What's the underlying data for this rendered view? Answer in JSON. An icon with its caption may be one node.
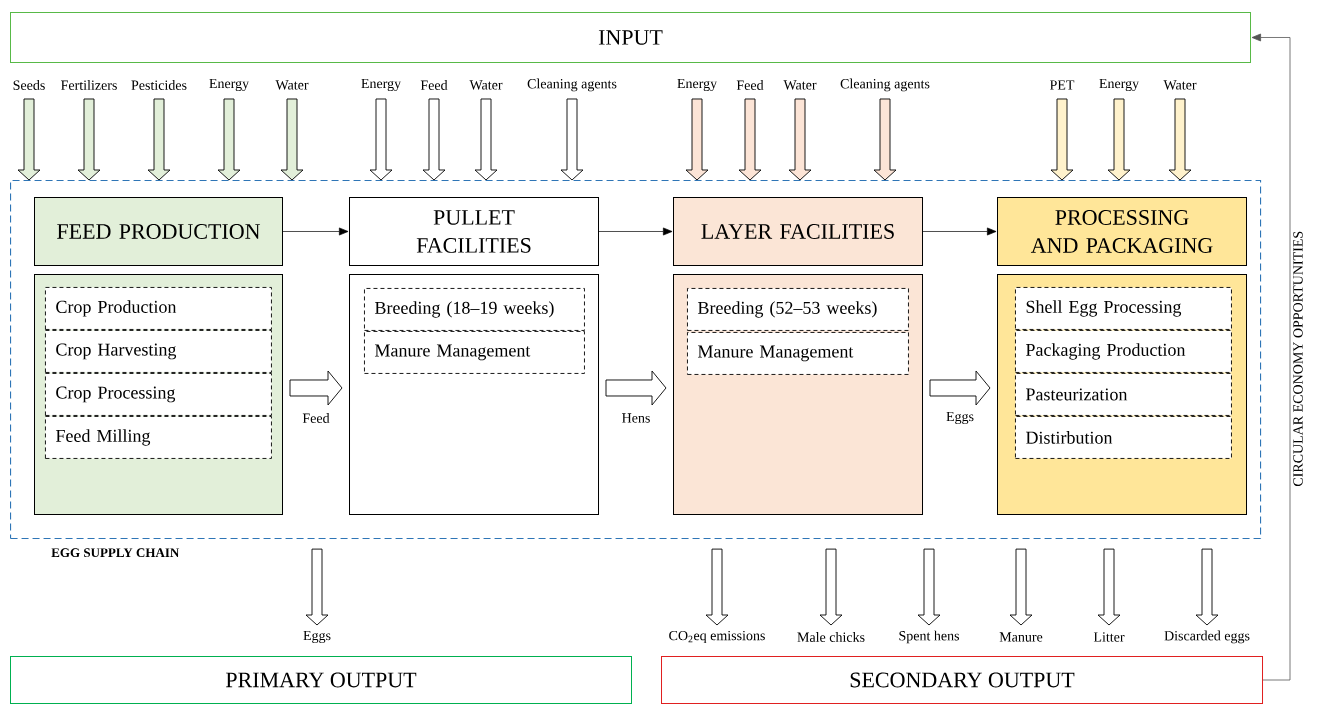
{
  "diagram": {
    "nodes": [
      {
        "text": [
          "INPUT"
        ]
      },
      {
        "text": [
          "EGG SUPPLY CHAIN"
        ]
      },
      {
        "text": [
          "FEED PRODUCTION"
        ],
        "in": 1
      },
      {
        "text": [],
        "shape": "box",
        "in": 1
      },
      {
        "text": [
          "Crop Production"
        ],
        "in": 3
      },
      {
        "text": [
          "Crop Harvesting"
        ],
        "in": 3
      },
      {
        "text": [
          "Crop Processing"
        ],
        "in": 3
      },
      {
        "text": [
          "Feed Milling"
        ],
        "in": 3
      },
      {
        "text": [
          "PULLET FACILITIES"
        ],
        "in": 1
      },
      {
        "text": [],
        "shape": "box",
        "in": 1
      },
      {
        "text": [
          "Breeding (18–19 weeks)"
        ],
        "in": 9
      },
      {
        "text": [
          "Manure Management"
        ],
        "in": 9
      },
      {
        "text": [
          "LAYER FACILITIES"
        ],
        "in": 1
      },
      {
        "text": [],
        "shape": "box",
        "in": 1
      },
      {
        "text": [
          "Breeding (52–53 weeks)"
        ],
        "in": 13
      },
      {
        "text": [
          "Manure Management"
        ],
        "in": 13
      },
      {
        "text": [
          "PROCESSING AND PACKAGING"
        ],
        "in": 1
      },
      {
        "text": [],
        "shape": "box",
        "in": 1
      },
      {
        "text": [
          "Shell Egg Processing"
        ],
        "in": 17
      },
      {
        "text": [
          "Packaging Production"
        ],
        "in": 17
      },
      {
        "text": [
          "Pasteurization"
        ],
        "in": 17
      },
      {
        "text": [
          "Distirbution"
        ],
        "in": 17
      },
      {
        "text": [
          "PRIMARY OUTPUT"
        ]
      },
      {
        "text": [
          "SECONDARY OUTPUT"
        ]
      }
    ],
    "edges": [
      {
        "from": 0,
        "to": 1,
        "arrow": "to",
        "label": "Seeds",
        "color": "#e2efd9"
      },
      {
        "from": 0,
        "to": 1,
        "arrow": "to",
        "label": "Fertilizers",
        "color": "#e2efd9"
      },
      {
        "from": 0,
        "to": 1,
        "arrow": "to",
        "label": "Pesticides",
        "color": "#e2efd9"
      },
      {
        "from": 0,
        "to": 1,
        "arrow": "to",
        "label": "Energy",
        "color": "#e2efd9"
      },
      {
        "from": 0,
        "to": 1,
        "arrow": "to",
        "label": "Water",
        "color": "#e2efd9"
      },
      {
        "from": 0,
        "to": 1,
        "arrow": "to",
        "label": "Energy"
      },
      {
        "from": 0,
        "to": 1,
        "arrow": "to",
        "label": "Feed"
      },
      {
        "from": 0,
        "to": 1,
        "arrow": "to",
        "label": "Water"
      },
      {
        "from": 0,
        "to": 1,
        "arrow": "to",
        "label": "Cleaning agents"
      },
      {
        "from": 0,
        "to": 1,
        "arrow": "to",
        "label": "Energy",
        "color": "#fce4d6"
      },
      {
        "from": 0,
        "to": 1,
        "arrow": "to",
        "label": "Feed",
        "color": "#fce4d6"
      },
      {
        "from": 0,
        "to": 1,
        "arrow": "to",
        "label": "Water",
        "color": "#fce4d6"
      },
      {
        "from": 0,
        "to": 1,
        "arrow": "to",
        "label": "Cleaning agents",
        "color": "#fce4d6"
      },
      {
        "from": 0,
        "to": 1,
        "arrow": "to",
        "label": "PET",
        "color": "#fff2cc"
      },
      {
        "from": 0,
        "to": 1,
        "arrow": "to",
        "label": "Energy",
        "color": "#fff2cc"
      },
      {
        "from": 0,
        "to": 1,
        "arrow": "to",
        "label": "Water",
        "color": "#fff2cc"
      },
      {
        "from": 2,
        "to": 8,
        "arrow": "to"
      },
      {
        "from": 8,
        "to": 12,
        "arrow": "to"
      },
      {
        "from": 12,
        "to": 16,
        "arrow": "to"
      },
      {
        "from": 3,
        "to": 9,
        "arrow": "to",
        "label": "Feed"
      },
      {
        "from": 9,
        "to": 13,
        "arrow": "to",
        "label": "Hens"
      },
      {
        "from": 13,
        "to": 17,
        "arrow": "to",
        "label": "Eggs"
      },
      {
        "from": 1,
        "to": 22,
        "arrow": "to",
        "label": "Eggs"
      },
      {
        "from": 1,
        "to": 23,
        "arrow": "to",
        "label": "CO$_{2}$eq emissions"
      },
      {
        "from": 1,
        "to": 23,
        "arrow": "to",
        "label": "Male chicks"
      },
      {
        "from": 1,
        "to": 23,
        "arrow": "to",
        "label": "Spent hens"
      },
      {
        "from": 1,
        "to": 23,
        "arrow": "to",
        "label": "Manure"
      },
      {
        "from": 1,
        "to": 23,
        "arrow": "to",
        "label": "Litter"
      },
      {
        "from": 1,
        "to": 23,
        "arrow": "to",
        "label": "Discarded eggs"
      },
      {
        "from": 23,
        "to": 0,
        "arrow": "to",
        "label": "CIRCULAR ECONOMY OPPORTUNITIES"
      }
    ]
  }
}
